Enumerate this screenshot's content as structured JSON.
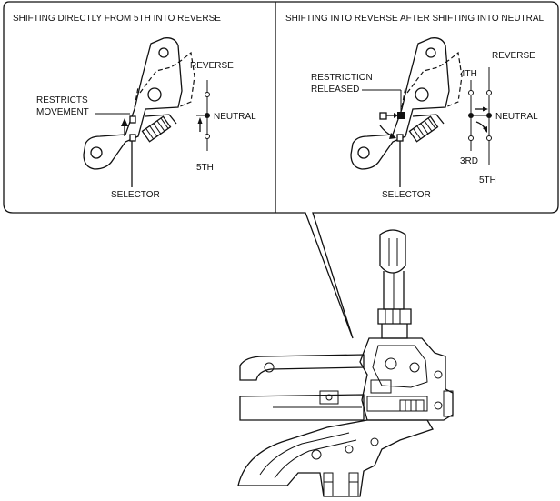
{
  "panel_left": {
    "title": "SHIFTING DIRECTLY FROM 5TH INTO REVERSE",
    "label_restricts_1": "RESTRICTS",
    "label_restricts_2": "MOVEMENT",
    "label_selector": "SELECTOR",
    "gate": {
      "reverse": "REVERSE",
      "neutral": "NEUTRAL",
      "fifth": "5TH"
    }
  },
  "panel_right": {
    "title": "SHIFTING INTO REVERSE AFTER SHIFTING INTO NEUTRAL",
    "label_restriction_1": "RESTRICTION",
    "label_restriction_2": "RELEASED",
    "label_selector": "SELECTOR",
    "gate": {
      "reverse": "REVERSE",
      "fourth": "4TH",
      "neutral": "NEUTRAL",
      "third": "3RD",
      "fifth": "5TH"
    }
  }
}
